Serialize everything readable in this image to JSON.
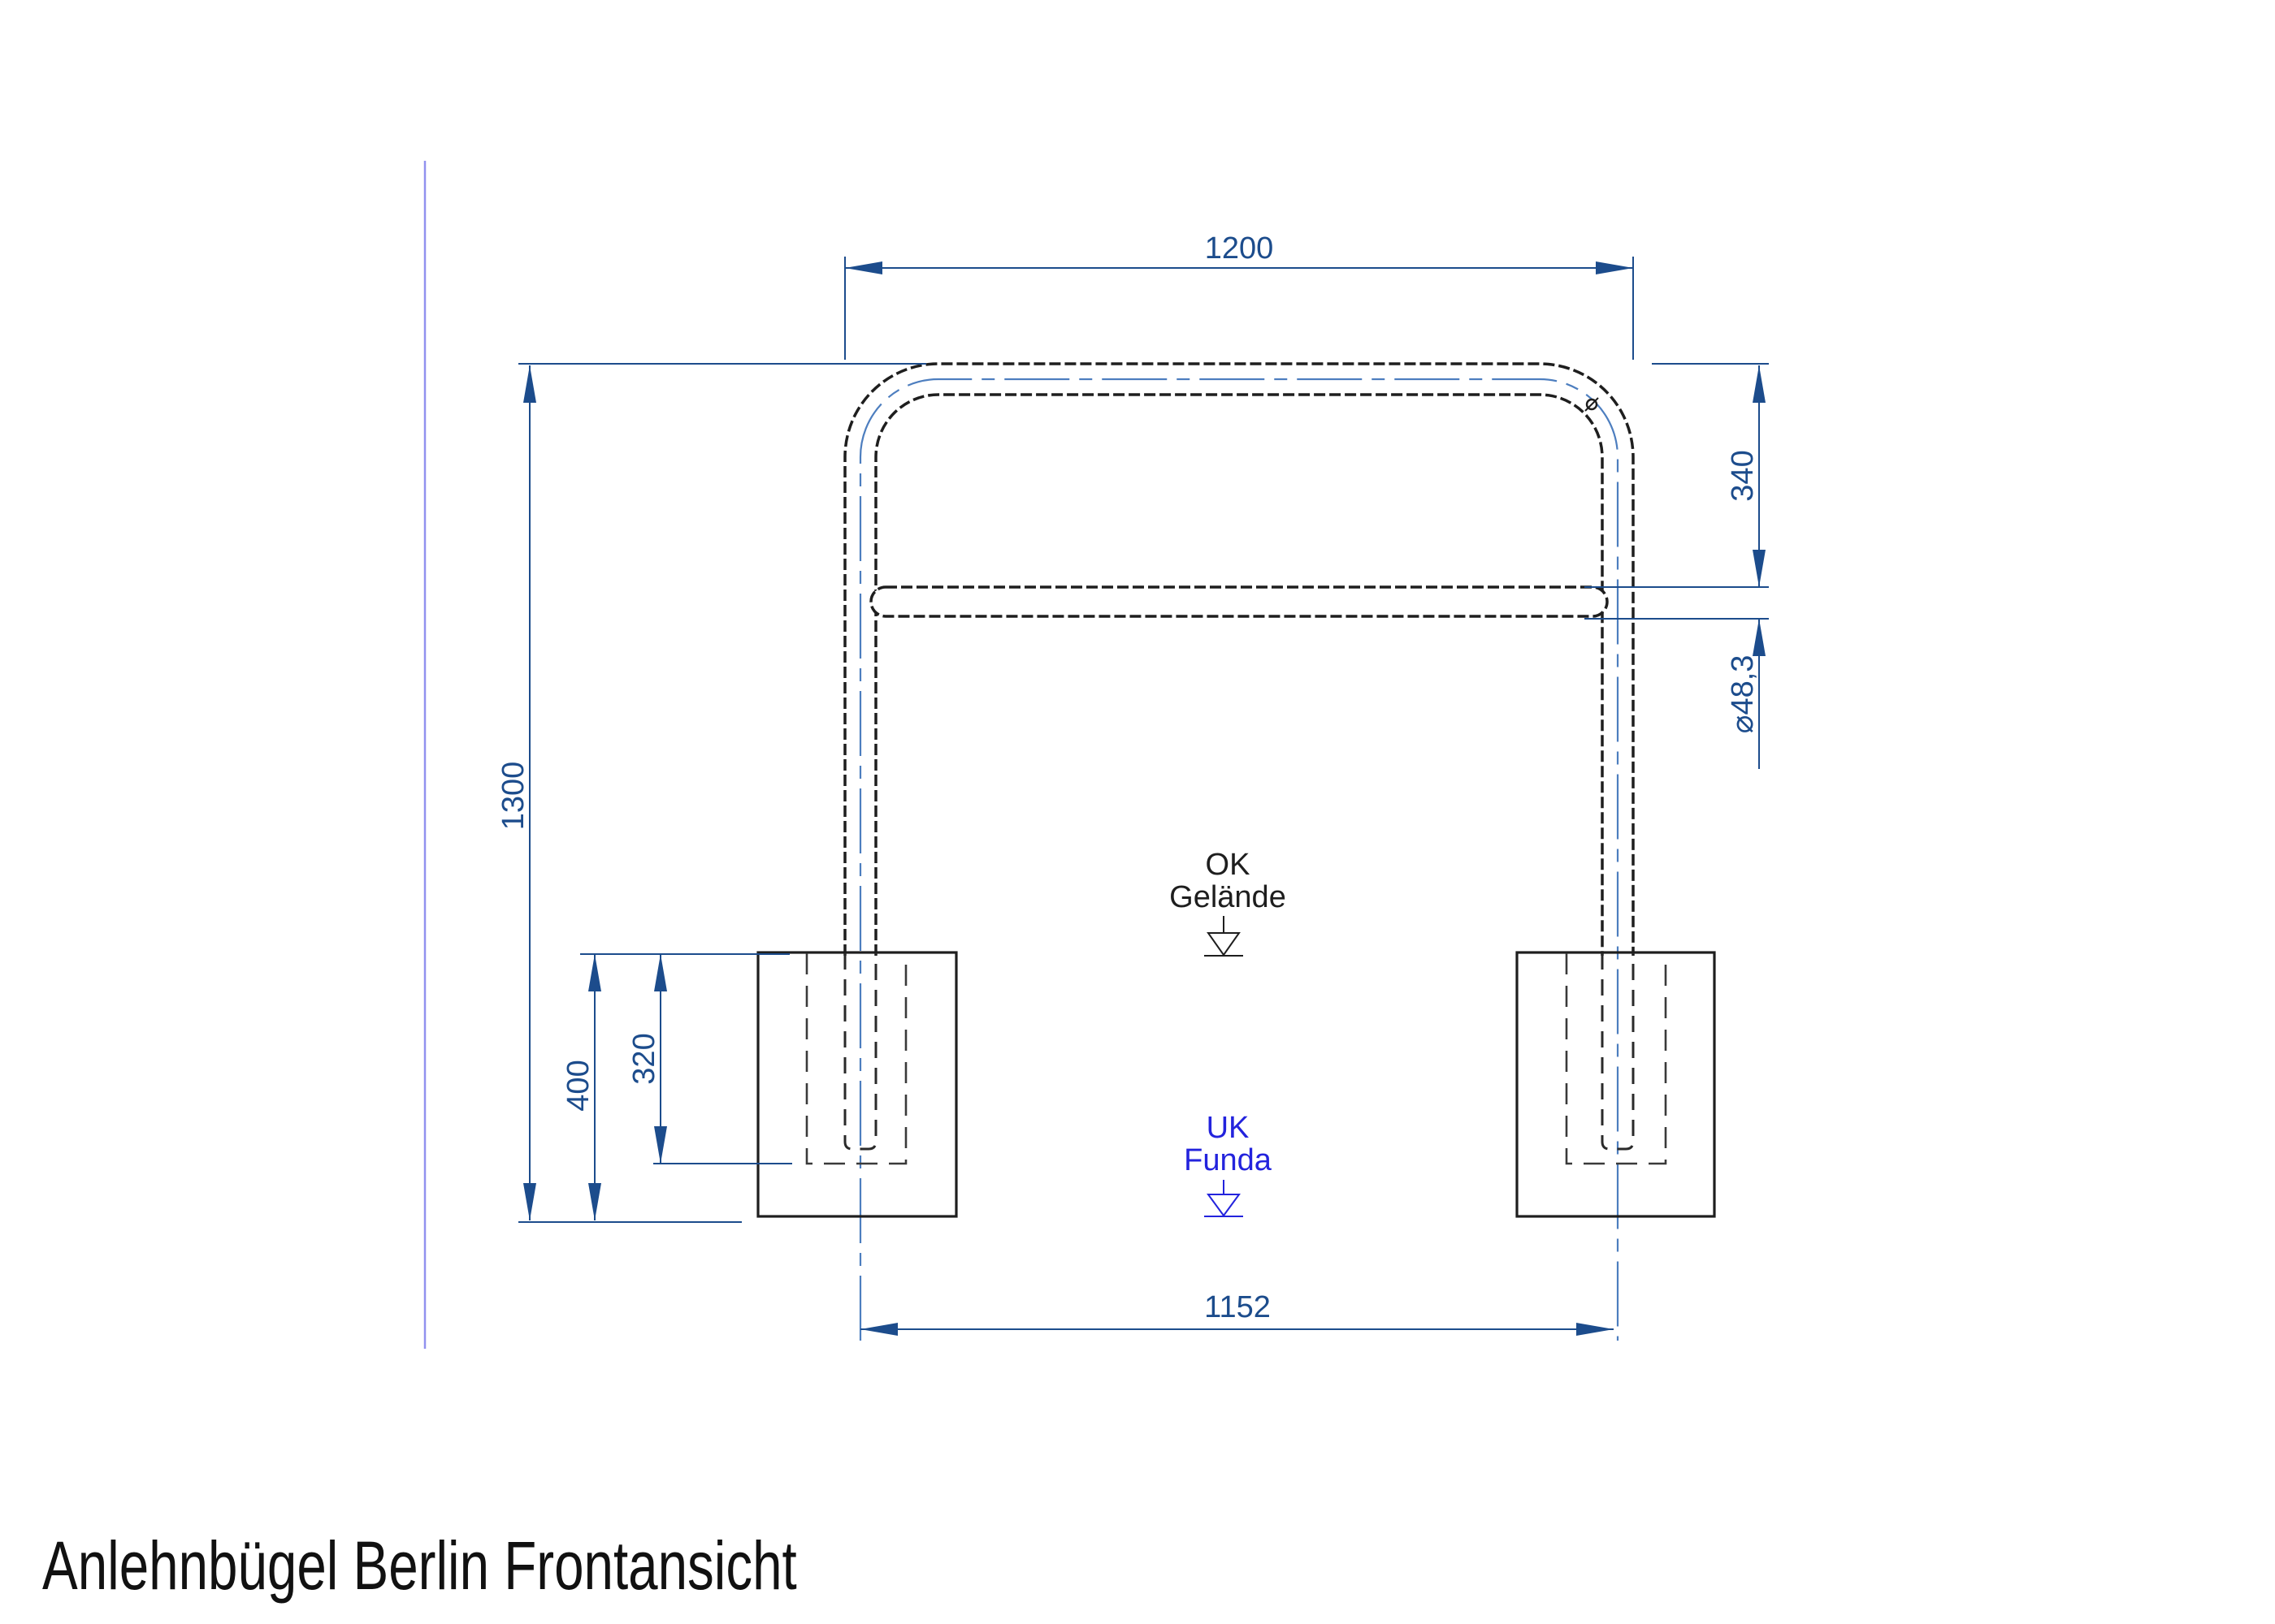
{
  "title": "Anlehnbügel Berlin Frontansicht",
  "dims": {
    "hoop_width": "1200",
    "hoop_height": "1300",
    "top_to_crossbar": "340",
    "tube_diameter": "⌀48,3",
    "foundation_depth": "400",
    "embed_depth": "320",
    "post_spacing": "1152"
  },
  "annotations": {
    "ground_level": {
      "line1": "OK",
      "line2": "Gelände"
    },
    "foundation_level": {
      "line1": "UK",
      "line2": "Funda"
    }
  },
  "colors": {
    "dimension_blue": "#1c4c8c",
    "centerline_blue": "#4d7ebf",
    "construction_line": "#9191ef",
    "foundation_label_blue": "#2323dd",
    "drawing_black": "#1e1e1e"
  }
}
